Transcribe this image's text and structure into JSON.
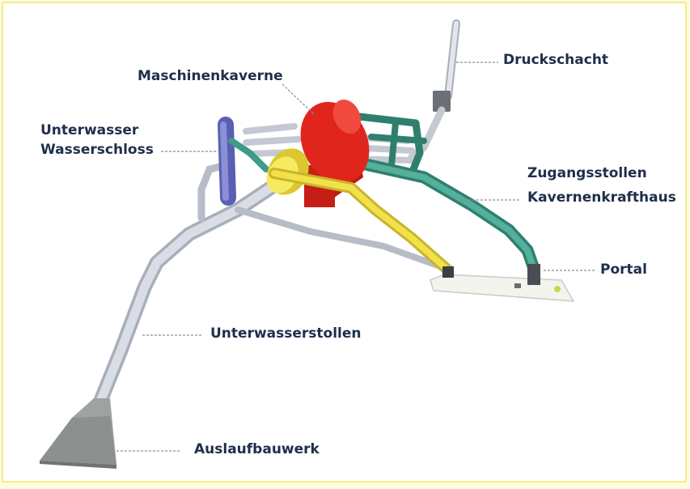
{
  "labels": {
    "maschinenkaverne": "Maschinenkaverne",
    "druckschacht": "Druckschacht",
    "unterwasser_wasserschloss_1": "Unterwasser",
    "unterwasser_wasserschloss_2": "Wasserschloss",
    "zugangsstollen_1": "Zugangsstollen",
    "zugangsstollen_2": "Kavernenkrafthaus",
    "portal": "Portal",
    "unterwasserstollen": "Unterwasserstollen",
    "auslaufbauwerk": "Auslaufbauwerk"
  },
  "colors": {
    "background": "#ffffff",
    "border": "#f2ec8c",
    "label_text": "#1f2f4a",
    "leader_line": "#8a8f99",
    "tunnel": "#cfd3dc",
    "tunnel_shade": "#a9aebb",
    "machine_cavern": "#e0251c",
    "transformer_cavern": "#f2e14a",
    "access_tunnel": "#3f9a86",
    "surge_tank": "#6f75c4",
    "outlet_structure": "#8c9190",
    "portal_pad": "#f4f4ee"
  },
  "icons": {
    "diagram": "hydropower-plant-3d-diagram-icon"
  }
}
